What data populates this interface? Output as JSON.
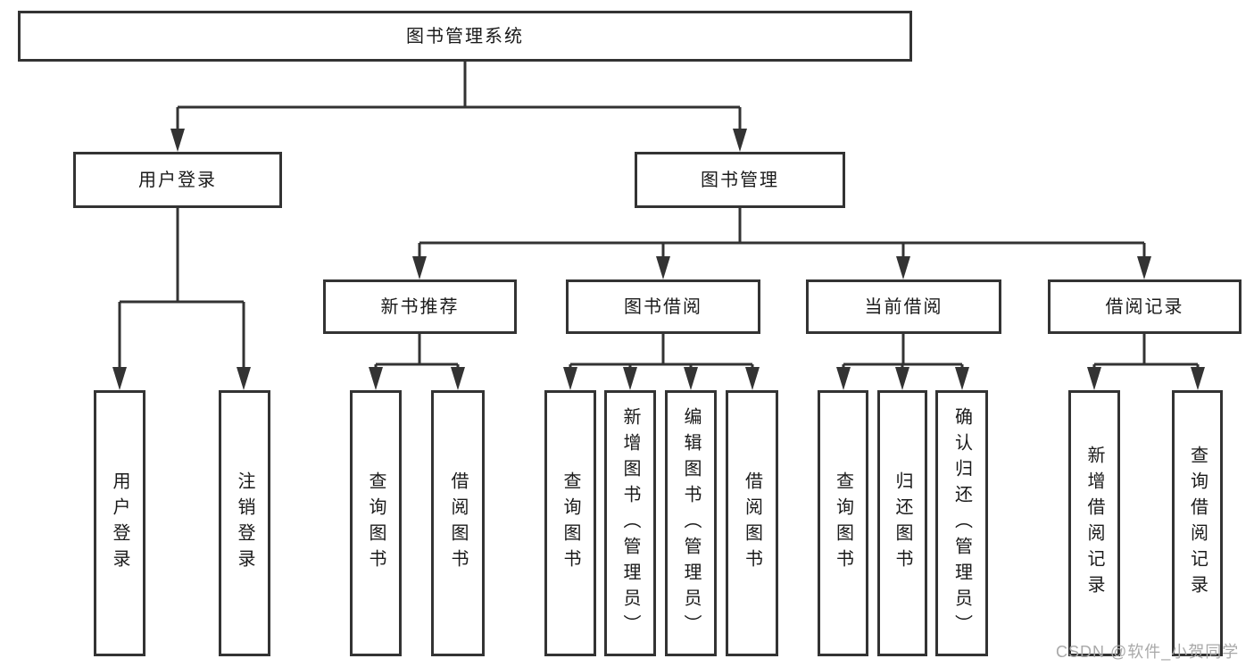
{
  "nodes": {
    "root": {
      "label": "图书管理系统"
    },
    "user_login": {
      "label": "用户登录"
    },
    "book_mgmt": {
      "label": "图书管理"
    },
    "new_book_rec": {
      "label": "新书推荐"
    },
    "book_borrow": {
      "label": "图书借阅"
    },
    "current_borrow": {
      "label": "当前借阅"
    },
    "borrow_record": {
      "label": "借阅记录"
    },
    "user_login_action": {
      "label": "用户登录"
    },
    "logout_action": {
      "label": "注销登录"
    },
    "nbr_query_books": {
      "label": "查询图书"
    },
    "nbr_borrow_books": {
      "label": "借阅图书"
    },
    "bb_query_books": {
      "label": "查询图书"
    },
    "bb_add_books": {
      "label": "新增图书（管理员）"
    },
    "bb_edit_books": {
      "label": "编辑图书（管理员）"
    },
    "bb_borrow_books": {
      "label": "借阅图书"
    },
    "cb_query_books": {
      "label": "查询图书"
    },
    "cb_return_books": {
      "label": "归还图书"
    },
    "cb_confirm_return": {
      "label": "确认归还（管理员）"
    },
    "br_add_record": {
      "label": "新增借阅记录"
    },
    "br_query_record": {
      "label": "查询借阅记录"
    }
  },
  "watermark": {
    "text": "CSDN @软件_小贺同学"
  },
  "colors": {
    "line": "#333333",
    "box_border": "#333333",
    "text": "#1a1a1a",
    "watermark": "#a9a9a9",
    "background": "#ffffff"
  }
}
